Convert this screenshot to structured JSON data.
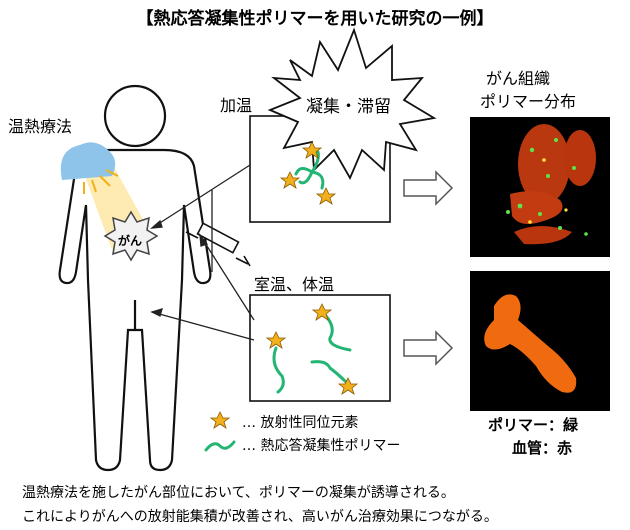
{
  "title": "【熱応答凝集性ポリマーを用いた研究の一例】",
  "labels": {
    "heat_therapy": "温熱療法",
    "warming": "加温",
    "room_body_temp": "室温、体温",
    "aggregation": "凝集・滞留",
    "tumor_line1": "がん組織",
    "tumor_line2": "ポリマー分布",
    "cancer": "がん"
  },
  "legend": {
    "isotope": "… 放射性同位元素",
    "polymer": "… 熱応答凝集性ポリマー"
  },
  "color_key": {
    "polymer": "ポリマー：緑",
    "vessel": "血管：赤"
  },
  "caption": {
    "line1": "温熱療法を施したがん部位において、ポリマーの凝集が誘導される。",
    "line2": "これによりがんへの放射能集積が改善され、高いがん治療効果につながる。"
  },
  "colors": {
    "isotope_star": "#f2b11c",
    "polymer": "#23b573",
    "lamp": "#8ec3ea",
    "heat_beam": "#fde9a8",
    "tissue_red": "#d9430e"
  }
}
